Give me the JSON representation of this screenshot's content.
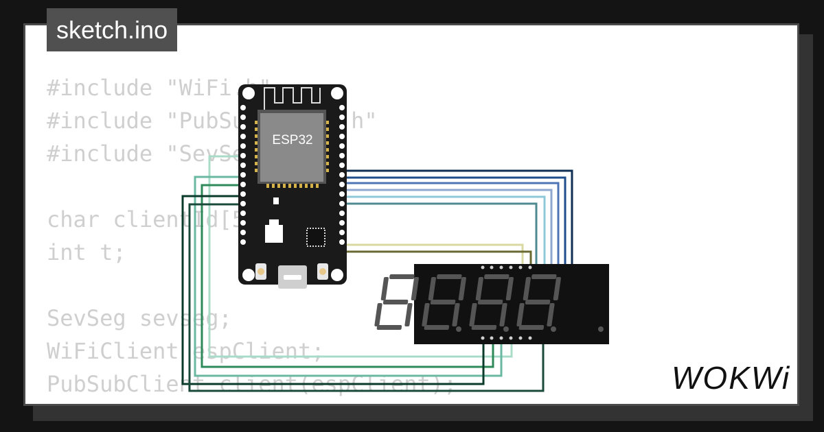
{
  "file_tab": {
    "label": "sketch.ino"
  },
  "code_lines": [
    "#include \"WiFi.h\"",
    "#include \"PubSubClient.h\"",
    "#include \"SevSeg.h\"",
    "",
    "char clientId[50];",
    "int t;",
    "",
    "SevSeg sevseg;",
    "WiFiClient espClient;",
    "PubSubClient client(espClient);"
  ],
  "board": {
    "chip_label": "ESP32"
  },
  "display": {
    "digits": 4
  },
  "brand": {
    "logo": "WOKWi"
  },
  "colors": {
    "background": "#141414",
    "card": "#ffffff",
    "code_text": "#cfcfcf",
    "tab_bg": "#505050",
    "board": "#1a1a1a",
    "segment_off": "#555555"
  }
}
